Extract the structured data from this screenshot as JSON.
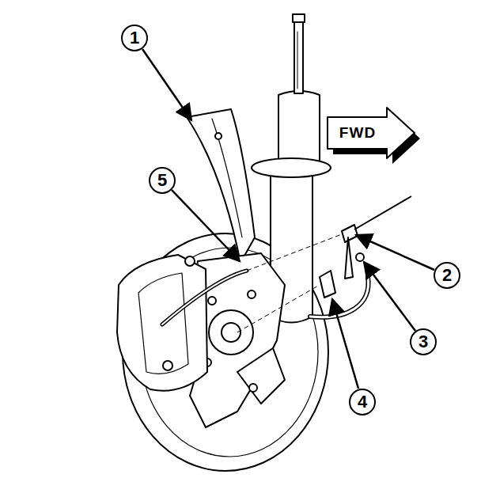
{
  "diagram": {
    "labels": [
      "1",
      "FWD",
      "5",
      "2",
      "3",
      "4"
    ]
  }
}
